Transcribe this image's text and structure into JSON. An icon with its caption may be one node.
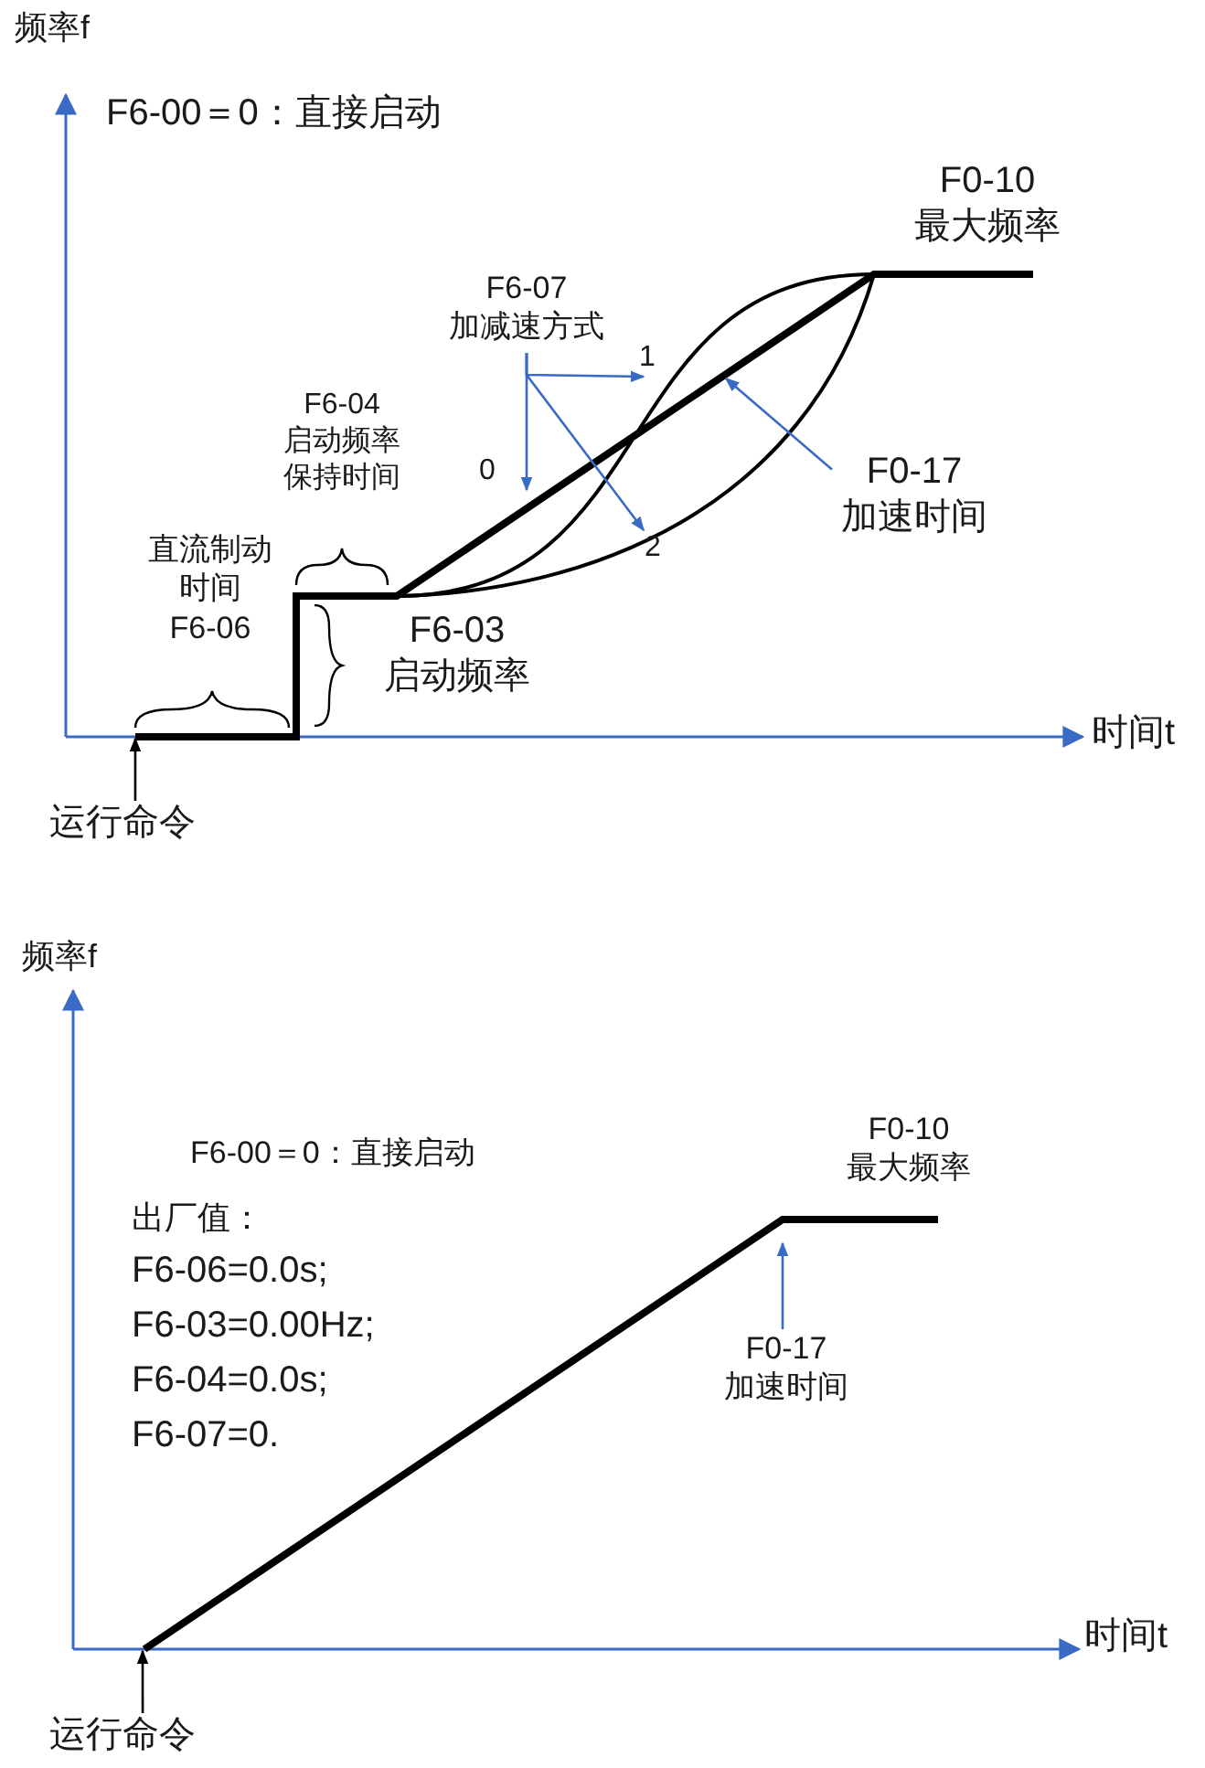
{
  "diagram": {
    "nodes": [
      {
        "text": [
          "F6-07 加减速方式"
        ]
      },
      {
        "text": [
          "1"
        ]
      },
      {
        "text": [
          "2"
        ]
      },
      {
        "text": [
          "F0-17 加速时间"
        ]
      },
      {
        "text": [
          "运行命令"
        ]
      },
      {
        "text": [
          "F0-17 加速时间"
        ]
      },
      {
        "text": [
          "运行命令"
        ]
      },
      {
        "text": [],
        "shape": "axis"
      },
      {
        "text": [],
        "shape": "axis"
      }
    ],
    "edges": [
      {
        "from": 0,
        "to": 1,
        "arrow": "to"
      },
      {
        "from": 0,
        "to": null,
        "arrow": "to"
      },
      {
        "from": 0,
        "to": 2,
        "arrow": "to"
      },
      {
        "from": 3,
        "to": null,
        "arrow": "to"
      },
      {
        "from": 4,
        "to": 7,
        "arrow": "to",
        "color": "#000000"
      },
      {
        "from": 5,
        "to": null,
        "arrow": "to"
      },
      {
        "from": 6,
        "to": 8,
        "arrow": "to",
        "color": "#000000"
      }
    ],
    "labels": [
      "频率f",
      "F6-00＝0：直接启动",
      "F0-10 最大频率",
      "0",
      "F6-04 启动频率保持时间",
      "直流制动时间 F6-06",
      "F6-03 启动频率",
      "时间t",
      "频率f",
      "F6-00＝0：直接启动",
      "F0-10 最大频率",
      "出厂值：",
      "F6-06=0.0s;",
      "F6-03=0.00Hz;",
      "F6-04=0.0s;",
      "F6-07=0.",
      "时间t"
    ]
  }
}
